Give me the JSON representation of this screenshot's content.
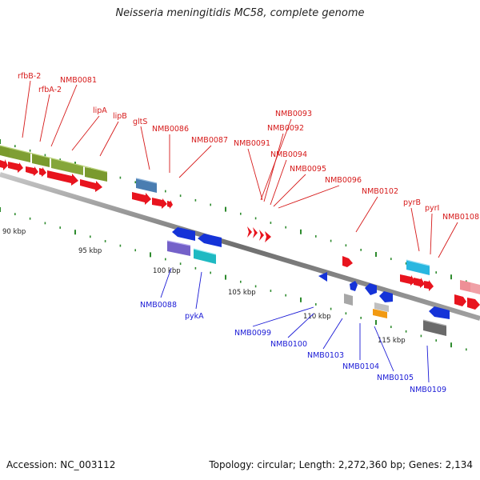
{
  "title": "Neisseria meningitidis MC58, complete genome",
  "footer": {
    "accession": "Accession: NC_003112",
    "summary": "Topology: circular; Length: 2,272,360 bp; Genes: 2,134"
  },
  "colors": {
    "top_labels": "#d61a1a",
    "bottom_labels": "#1a1ad6",
    "backbone": "#8c8c8c",
    "tick": "#2e8b2e"
  },
  "scale_labels": [
    "90 kbp",
    "95 kbp",
    "100 kbp",
    "105 kbp",
    "110 kbp",
    "115 kbp"
  ],
  "top_gene_labels": [
    "rfbB-2",
    "rfbA-2",
    "NMB0081",
    "lipA",
    "lipB",
    "gltS",
    "NMB0086",
    "NMB0087",
    "NMB0093",
    "NMB0092",
    "NMB0091",
    "NMB0094",
    "NMB0095",
    "NMB0096",
    "NMB0102",
    "pyrB",
    "pyrI",
    "NMB0108"
  ],
  "bottom_gene_labels": [
    "NMB0088",
    "pykA",
    "NMB0099",
    "NMB0100",
    "NMB0103",
    "NMB0104",
    "NMB0105",
    "NMB0109"
  ]
}
